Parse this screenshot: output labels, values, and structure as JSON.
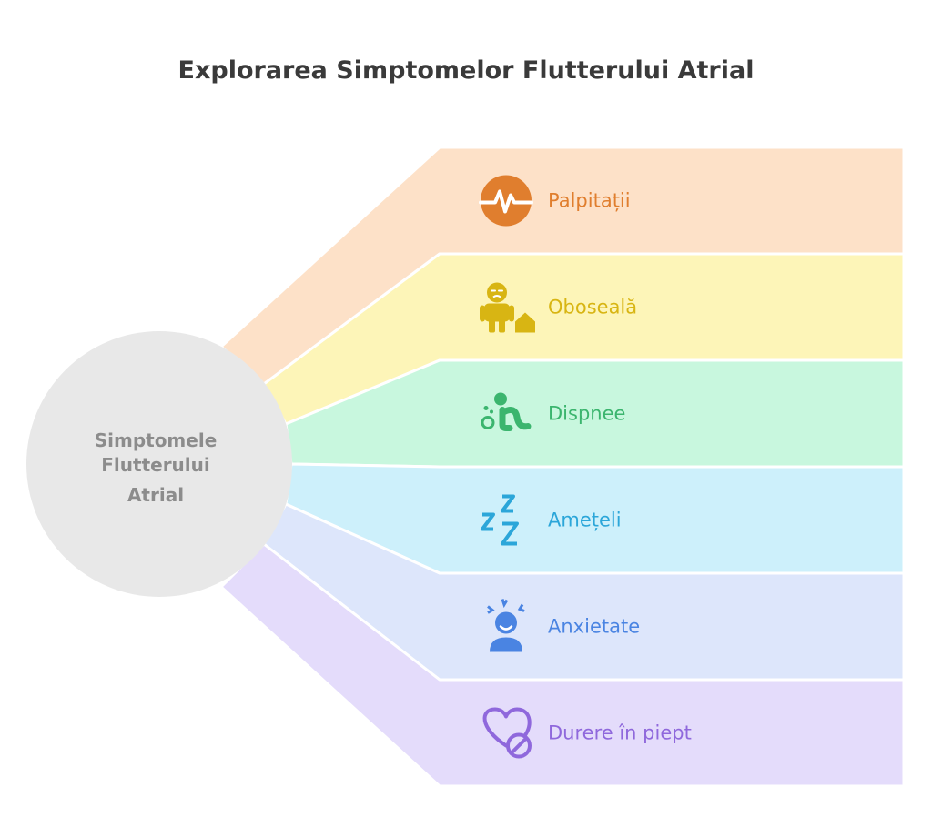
{
  "title": "Explorarea Simptomelor Flutterului Atrial",
  "hub": {
    "lines": [
      "Simptomele",
      "Flutterului",
      "Atrial"
    ],
    "fill": "#e8e8e8",
    "text_color": "#8c8c8c"
  },
  "symptoms": [
    {
      "label": "Palpitații",
      "icon": "heartbeat-pulse-icon",
      "band_color": "#fde1c8",
      "accent": "#e07e2e"
    },
    {
      "label": "Oboseală",
      "icon": "tired-person-icon",
      "band_color": "#fdf5b8",
      "accent": "#d8b513"
    },
    {
      "label": "Dispnee",
      "icon": "shortness-of-breath-icon",
      "band_color": "#c8f7de",
      "accent": "#3bb56e"
    },
    {
      "label": "Amețeli",
      "icon": "zzz-dizziness-icon",
      "band_color": "#cdf0fb",
      "accent": "#2ba6d9"
    },
    {
      "label": "Anxietate",
      "icon": "stressed-person-icon",
      "band_color": "#dde6fb",
      "accent": "#4a84e2"
    },
    {
      "label": "Durere în piept",
      "icon": "heart-blocked-icon",
      "band_color": "#e4dcfb",
      "accent": "#8f68dc"
    }
  ]
}
